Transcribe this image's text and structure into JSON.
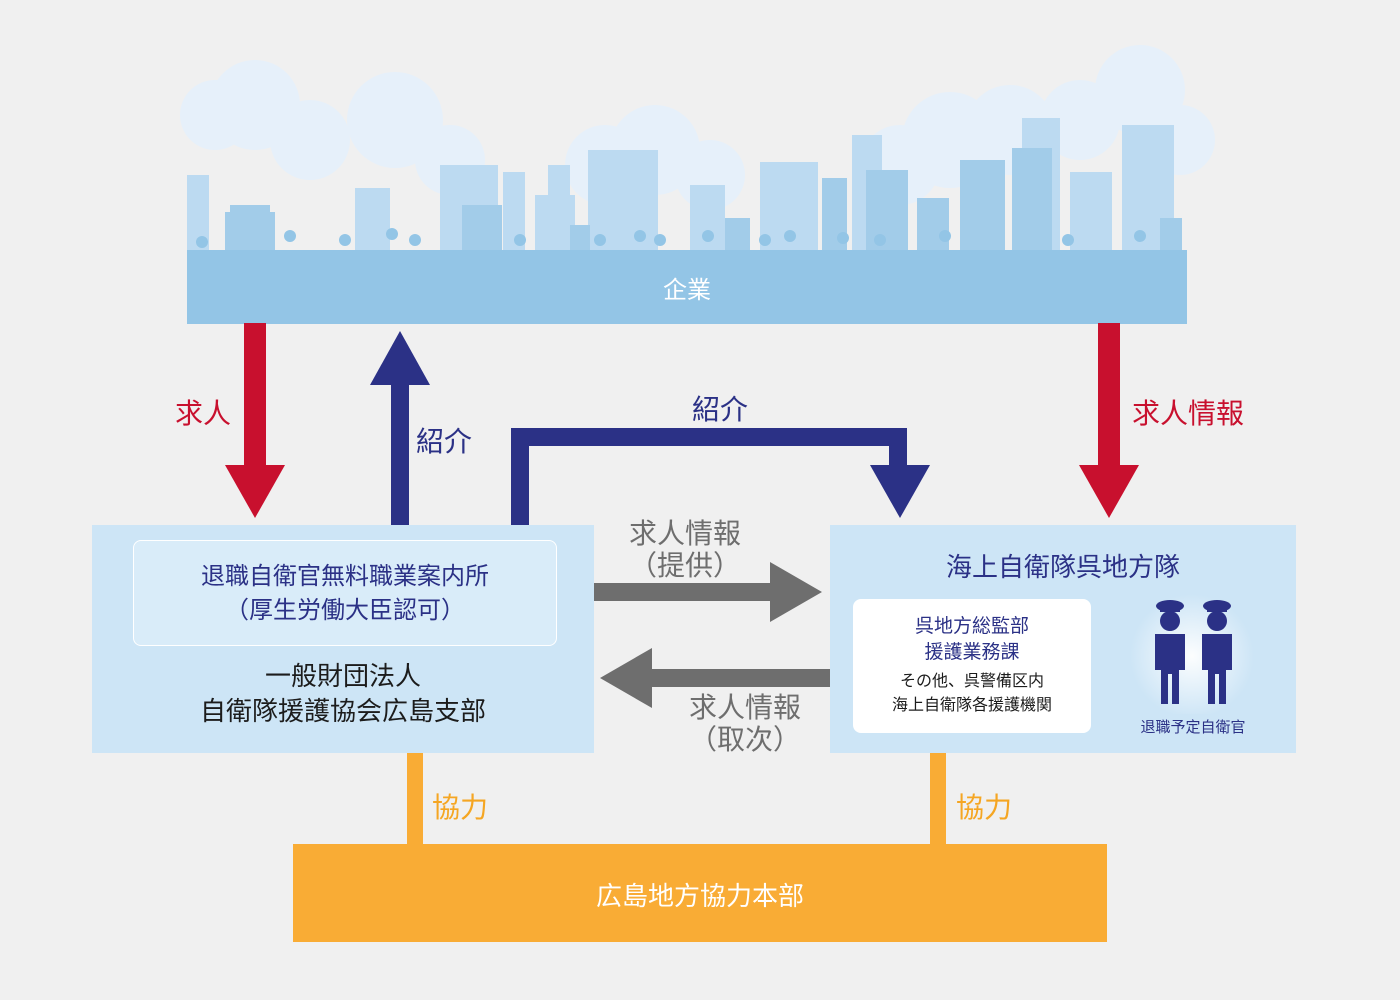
{
  "company": {
    "label": "企業"
  },
  "arrows": {
    "job_offer": "求人",
    "intro_up": "紹介",
    "intro_over": "紹介",
    "job_info_right": "求人情報",
    "job_info_provide": {
      "line1": "求人情報",
      "line2": "（提供）"
    },
    "job_info_relay": {
      "line1": "求人情報",
      "line2": "（取次）"
    },
    "coop_left": "協力",
    "coop_right": "協力"
  },
  "left_org": {
    "office_line1": "退職自衛官無料職業案内所",
    "office_line2": "（厚生労働大臣認可）",
    "name_line1": "一般財団法人",
    "name_line2": "自衛隊援護協会広島支部"
  },
  "right_org": {
    "title": "海上自衛隊呉地方隊",
    "card_line1": "呉地方総監部",
    "card_line2": "援護業務課",
    "card_line3": "その他、呉警備区内",
    "card_line4": "海上自衛隊各援護機関",
    "officers_label": "退職予定自衛官"
  },
  "hq": {
    "label": "広島地方協力本部"
  },
  "colors": {
    "background": "#f0f0f0",
    "sky": "#cde3f6",
    "building_light": "#bcdaf1",
    "building_mid": "#a2cce9",
    "ground": "#93c5e6",
    "box": "#cde5f6",
    "red": "#c8102e",
    "navy": "#2b3186",
    "grey": "#6e6e6e",
    "orange": "#f9ac35"
  },
  "icons": [
    "skyline-illustration",
    "officer-icon"
  ]
}
